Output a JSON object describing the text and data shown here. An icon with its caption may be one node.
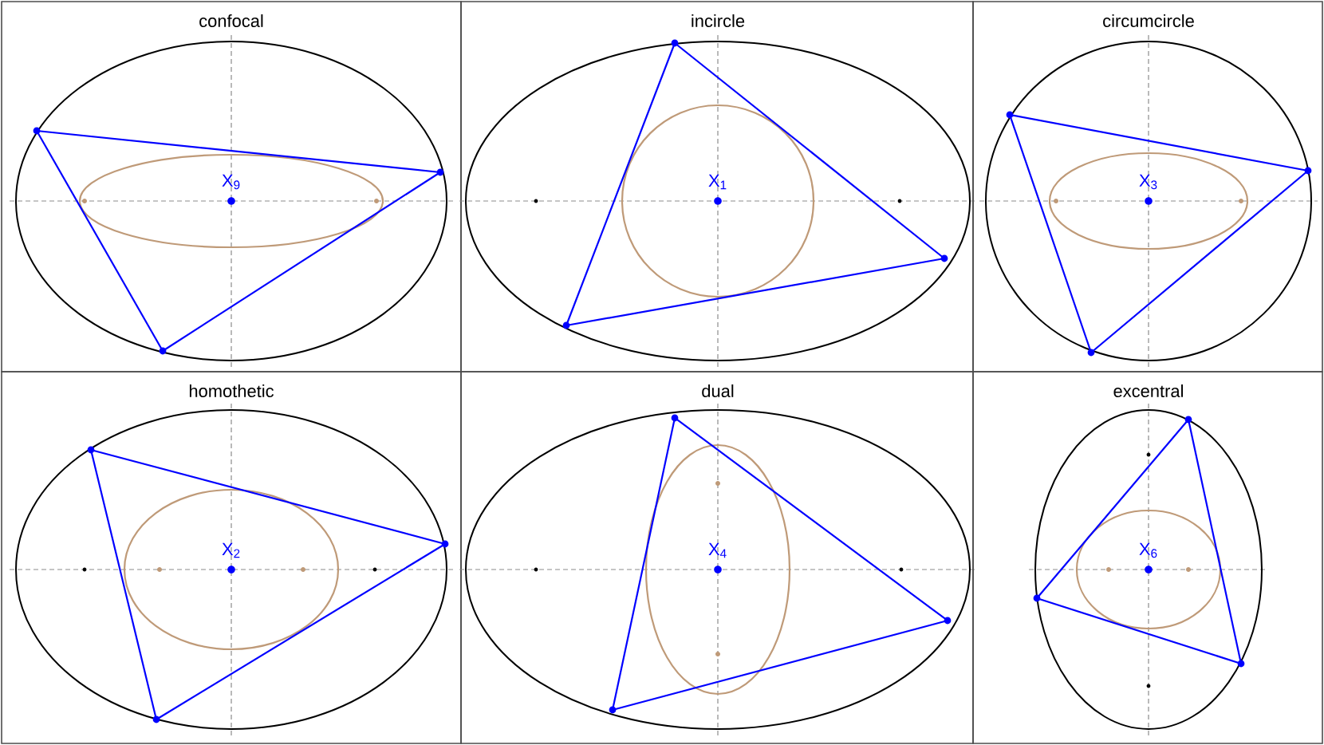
{
  "diagram": {
    "nodes": [
      {
        "text": [
          "confocal",
          "X$_{9}$"
        ]
      },
      {
        "text": [
          "incircle",
          "X$_{1}$"
        ]
      },
      {
        "text": [
          "circumcircle",
          "X$_{3}$"
        ]
      },
      {
        "text": [
          "homothetic",
          "X$_{2}$"
        ]
      },
      {
        "text": [
          "dual",
          "X$_{4}$"
        ]
      },
      {
        "text": [
          "excentral",
          "X$_{6}$"
        ]
      }
    ]
  }
}
